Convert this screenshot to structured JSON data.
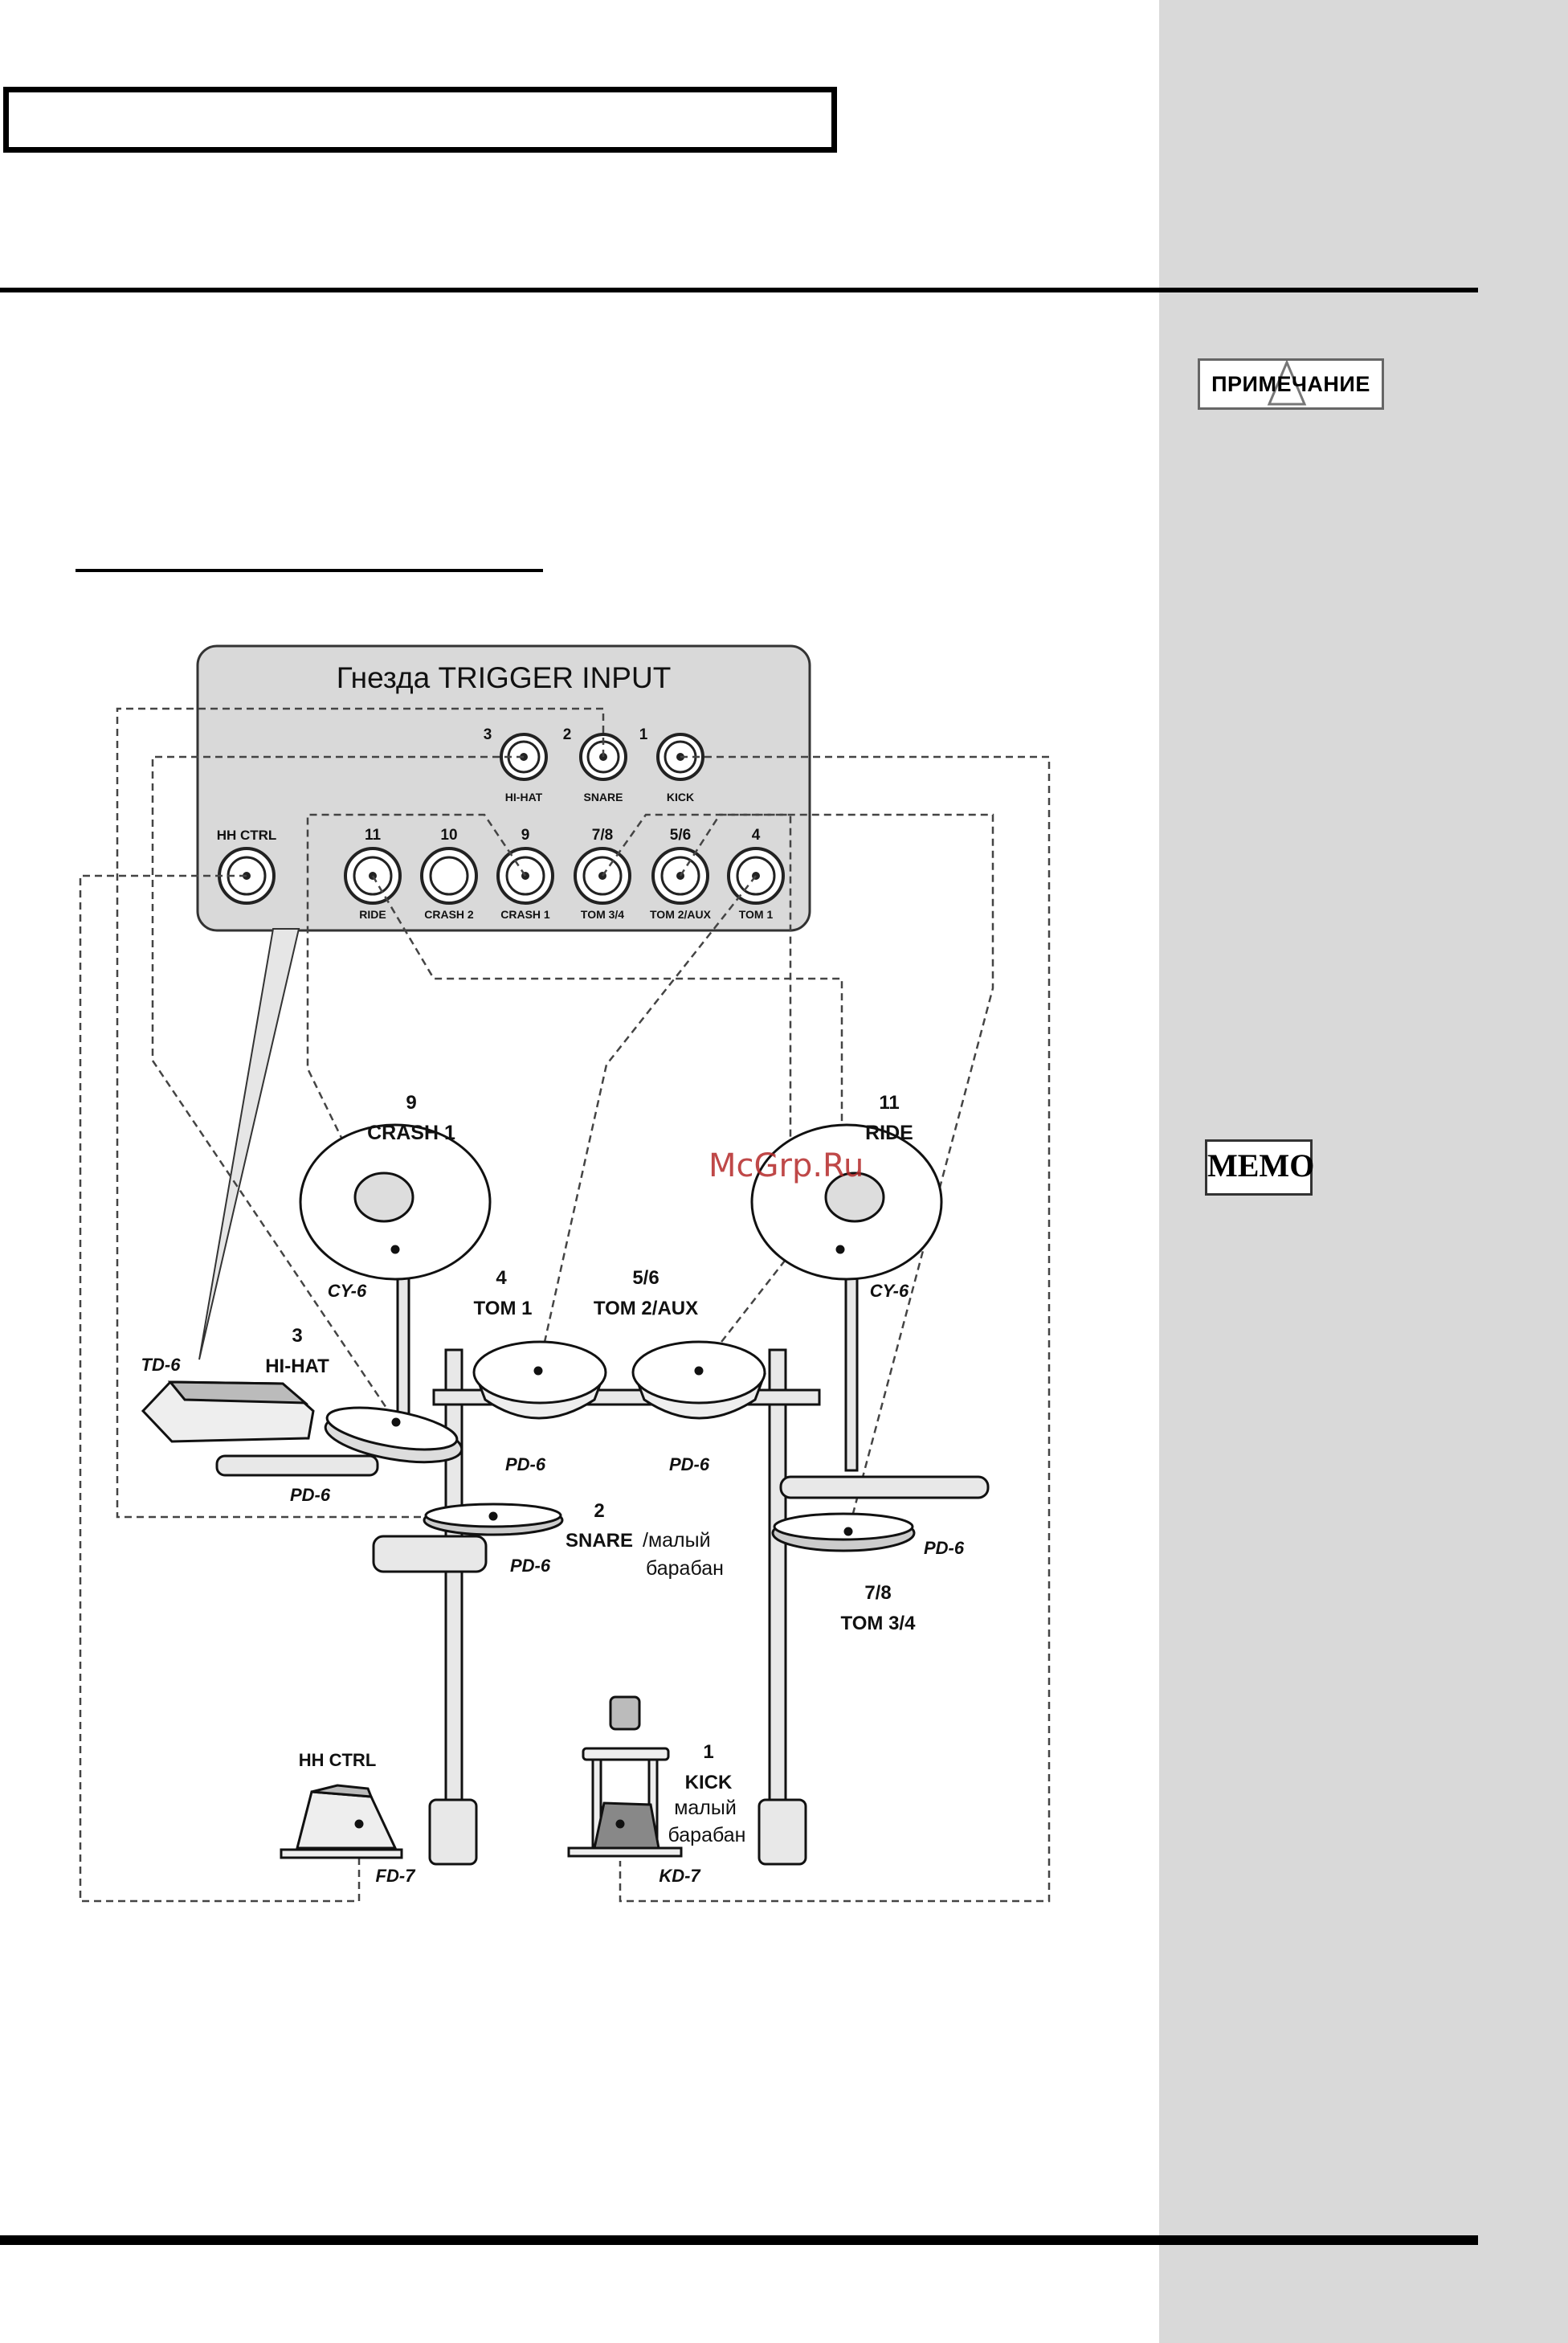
{
  "page": {
    "title_box": ""
  },
  "sidebar": {
    "note_label": "ПРИМЕЧАНИЕ",
    "memo_label": "MEMO"
  },
  "watermark": "McGrp.Ru",
  "panel": {
    "title": "Гнезда TRIGGER INPUT",
    "top_jacks": [
      {
        "num": "3",
        "name": "HI-HAT"
      },
      {
        "num": "2",
        "name": "SNARE"
      },
      {
        "num": "1",
        "name": "KICK"
      }
    ],
    "hh_ctrl": "HH CTRL",
    "bottom_jacks": [
      {
        "num": "11",
        "name": "RIDE"
      },
      {
        "num": "10",
        "name": "CRASH 2"
      },
      {
        "num": "9",
        "name": "CRASH 1"
      },
      {
        "num": "7/8",
        "name": "TOM 3/4"
      },
      {
        "num": "5/6",
        "name": "TOM 2/AUX"
      },
      {
        "num": "4",
        "name": "TOM 1"
      }
    ]
  },
  "kit": {
    "crash": {
      "num": "9",
      "name": "CRASH 1",
      "model": "CY-6"
    },
    "ride": {
      "num": "11",
      "name": "RIDE",
      "model": "CY-6"
    },
    "tom1": {
      "num": "4",
      "name": "TOM 1",
      "model": "PD-6"
    },
    "tom2": {
      "num": "5/6",
      "name": "TOM 2/AUX",
      "model": "PD-6"
    },
    "hihat": {
      "num": "3",
      "name": "HI-HAT",
      "model": "PD-6",
      "pad_model": "TD-6"
    },
    "snare": {
      "num": "2",
      "name": "SNARE",
      "desc_1": "/малый",
      "desc_2": "барабан",
      "model": "PD-6"
    },
    "tom34": {
      "num": "7/8",
      "name": "TOM 3/4",
      "model": "PD-6"
    },
    "hh_ctrl": {
      "name": "HH CTRL",
      "model": "FD-7"
    },
    "kick": {
      "num": "1",
      "name": "KICK",
      "desc_1": "малый",
      "desc_2": "барабан",
      "model": "KD-7"
    }
  }
}
